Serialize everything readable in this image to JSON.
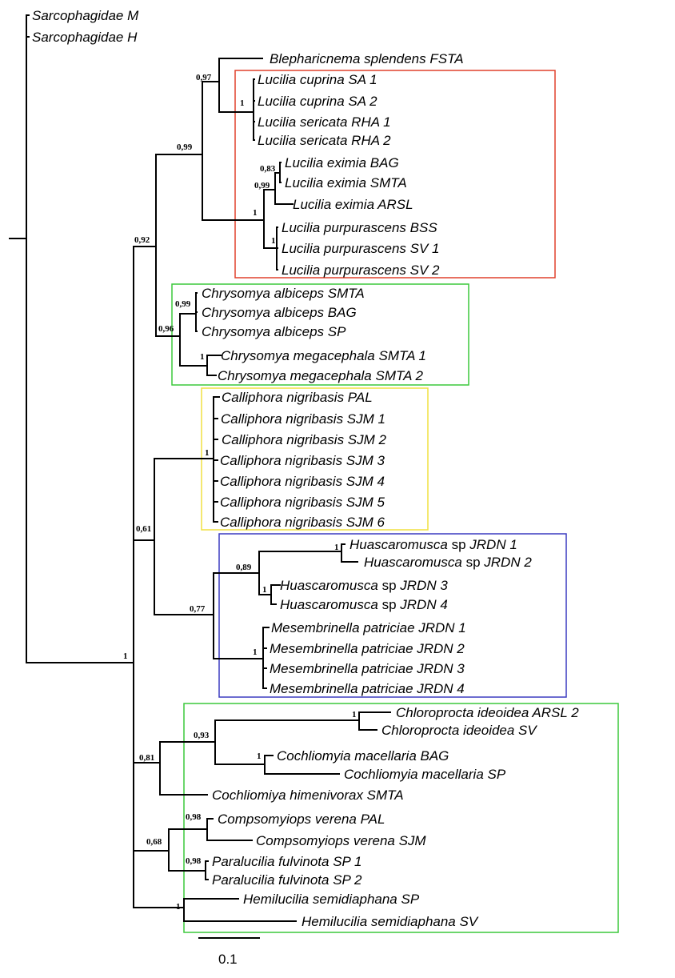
{
  "taxa": {
    "t_sarc_m": "Sarcophagidae M",
    "t_sarc_h": "Sarcophagidae H",
    "t_blepha": "Blepharicnema splendens FSTA",
    "t_lc1": "Lucilia cuprina SA 1",
    "t_lc2": "Lucilia cuprina SA 2",
    "t_ls1": "Lucilia sericata RHA 1",
    "t_ls2": "Lucilia sericata RHA 2",
    "t_le_bag": "Lucilia eximia BAG",
    "t_le_smta": "Lucilia eximia SMTA",
    "t_le_arsl": "Lucilia eximia ARSL",
    "t_lp_bss": "Lucilia purpurascens BSS",
    "t_lp_sv1": "Lucilia purpurascens SV 1",
    "t_lp_sv2": "Lucilia purpurascens SV 2",
    "t_ca_smta": "Chrysomya albiceps SMTA",
    "t_ca_bag": "Chrysomya albiceps BAG",
    "t_ca_sp": "Chrysomya albiceps SP",
    "t_cm1": "Chrysomya megacephala SMTA 1",
    "t_cm2": "Chrysomya megacephala SMTA 2",
    "t_cn_pal": "Calliphora nigribasis PAL",
    "t_cn1": "Calliphora nigribasis SJM 1",
    "t_cn2": "Calliphora nigribasis SJM 2",
    "t_cn3": "Calliphora nigribasis SJM 3",
    "t_cn4": "Calliphora nigribasis SJM 4",
    "t_cn5": "Calliphora nigribasis SJM 5",
    "t_cn6": "Calliphora nigribasis SJM 6",
    "t_mp1": "Mesembrinella patriciae JRDN 1",
    "t_mp2": "Mesembrinella patriciae JRDN 2",
    "t_mp3": "Mesembrinella patriciae JRDN 3",
    "t_mp4": "Mesembrinella patriciae JRDN 4",
    "t_chl_arsl2": "Chloroprocta ideoidea ARSL 2",
    "t_chl_sv": "Chloroprocta ideoidea SV",
    "t_cma_bag": "Cochliomyia macellaria BAG",
    "t_cma_sp": "Cochliomyia macellaria SP",
    "t_chi": "Cochliomiya himenivorax SMTA",
    "t_cv_pal": "Compsomyiops verena PAL",
    "t_cv_sjm": "Compsomyiops verena SJM",
    "t_pf1": "Paralucilia fulvinota SP 1",
    "t_pf2": "Paralucilia fulvinota SP 2",
    "t_hs_sp": "Hemilucilia semidiaphana SP",
    "t_hs_sv": "Hemilucilia semidiaphana SV"
  },
  "huasca": {
    "genus": "Huascaromusca",
    "sp": "sp",
    "h1": "JRDN 1",
    "h2": "JRDN 2",
    "h3": "JRDN 3",
    "h4": "JRDN 4"
  },
  "support": {
    "s_root": "1",
    "s_092": "0,92",
    "s_099": "0,99",
    "s_097": "0,97",
    "s_cuprser": "1",
    "s_eximpurp": "1",
    "s_exim": "0,99",
    "s_083": "0,83",
    "s_purp": "1",
    "s_096": "0,96",
    "s_albi": "0,99",
    "s_mega": "1",
    "s_061": "0,61",
    "s_calli": "1",
    "s_077": "0,77",
    "s_089": "0,89",
    "s_h12": "1",
    "s_h34": "1",
    "s_meso": "1",
    "s_081": "0,81",
    "s_093": "0,93",
    "s_chlor": "1",
    "s_cochl": "1",
    "s_068": "0,68",
    "s_compso": "0,98",
    "s_paral": "0,98",
    "s_hemil": "1"
  },
  "scale": {
    "label": "0.1"
  },
  "colors": {
    "lucilia_box": "#e0402c",
    "chrysomya_box": "#3cc83c",
    "calliphora_box": "#f0e040",
    "mesembrinellinae_box": "#3c3cc0",
    "lower_box": "#3cc83c"
  }
}
